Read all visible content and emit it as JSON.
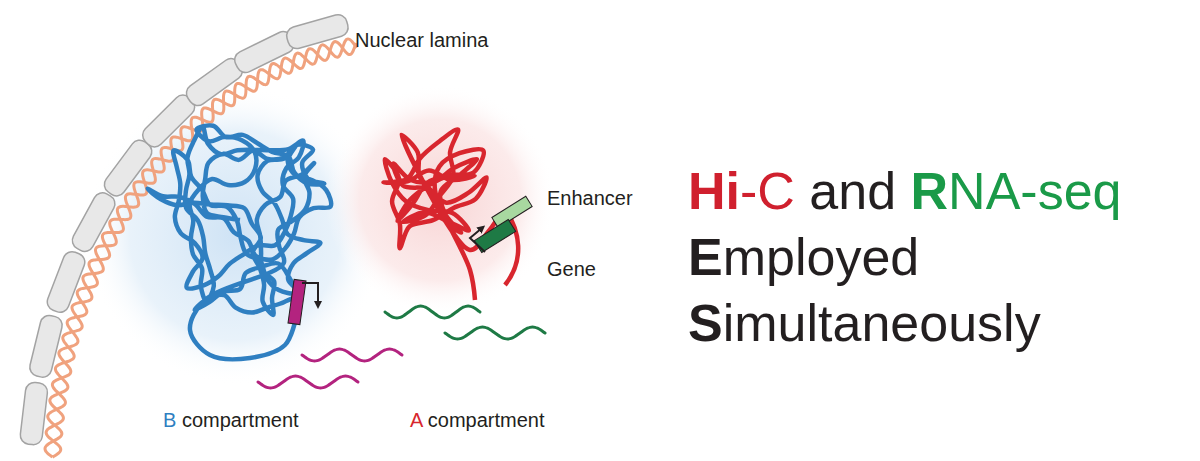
{
  "diagram": {
    "title": "Hi-C and RNA-seq Employed Simultaneously",
    "labels": [
      "Nuclear lamina",
      "Enhancer",
      "Gene",
      "B compartment",
      "A compartment"
    ]
  }
}
